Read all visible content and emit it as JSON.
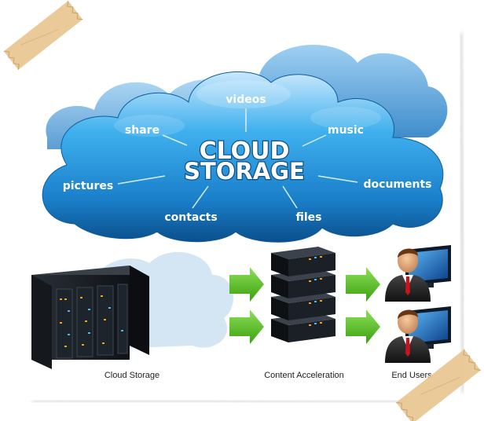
{
  "cloud": {
    "title_line1": "CLOUD",
    "title_line2": "STORAGE",
    "items": {
      "videos": "videos",
      "share": "share",
      "music": "music",
      "pictures": "pictures",
      "documents": "documents",
      "contacts": "contacts",
      "files": "files"
    }
  },
  "diagram": {
    "labels": {
      "cloud_storage": "Cloud Storage",
      "content_acceleration": "Content Acceleration",
      "end_users": "End Users"
    }
  },
  "colors": {
    "cloud_top": "#c7e6fb",
    "cloud_mid": "#2aa0e6",
    "cloud_bottom": "#0d5d9e",
    "cloud_back": "#6aaee0",
    "arrow": "#55c21c",
    "server": "#1b1f24",
    "tape": "#e6c28c"
  }
}
